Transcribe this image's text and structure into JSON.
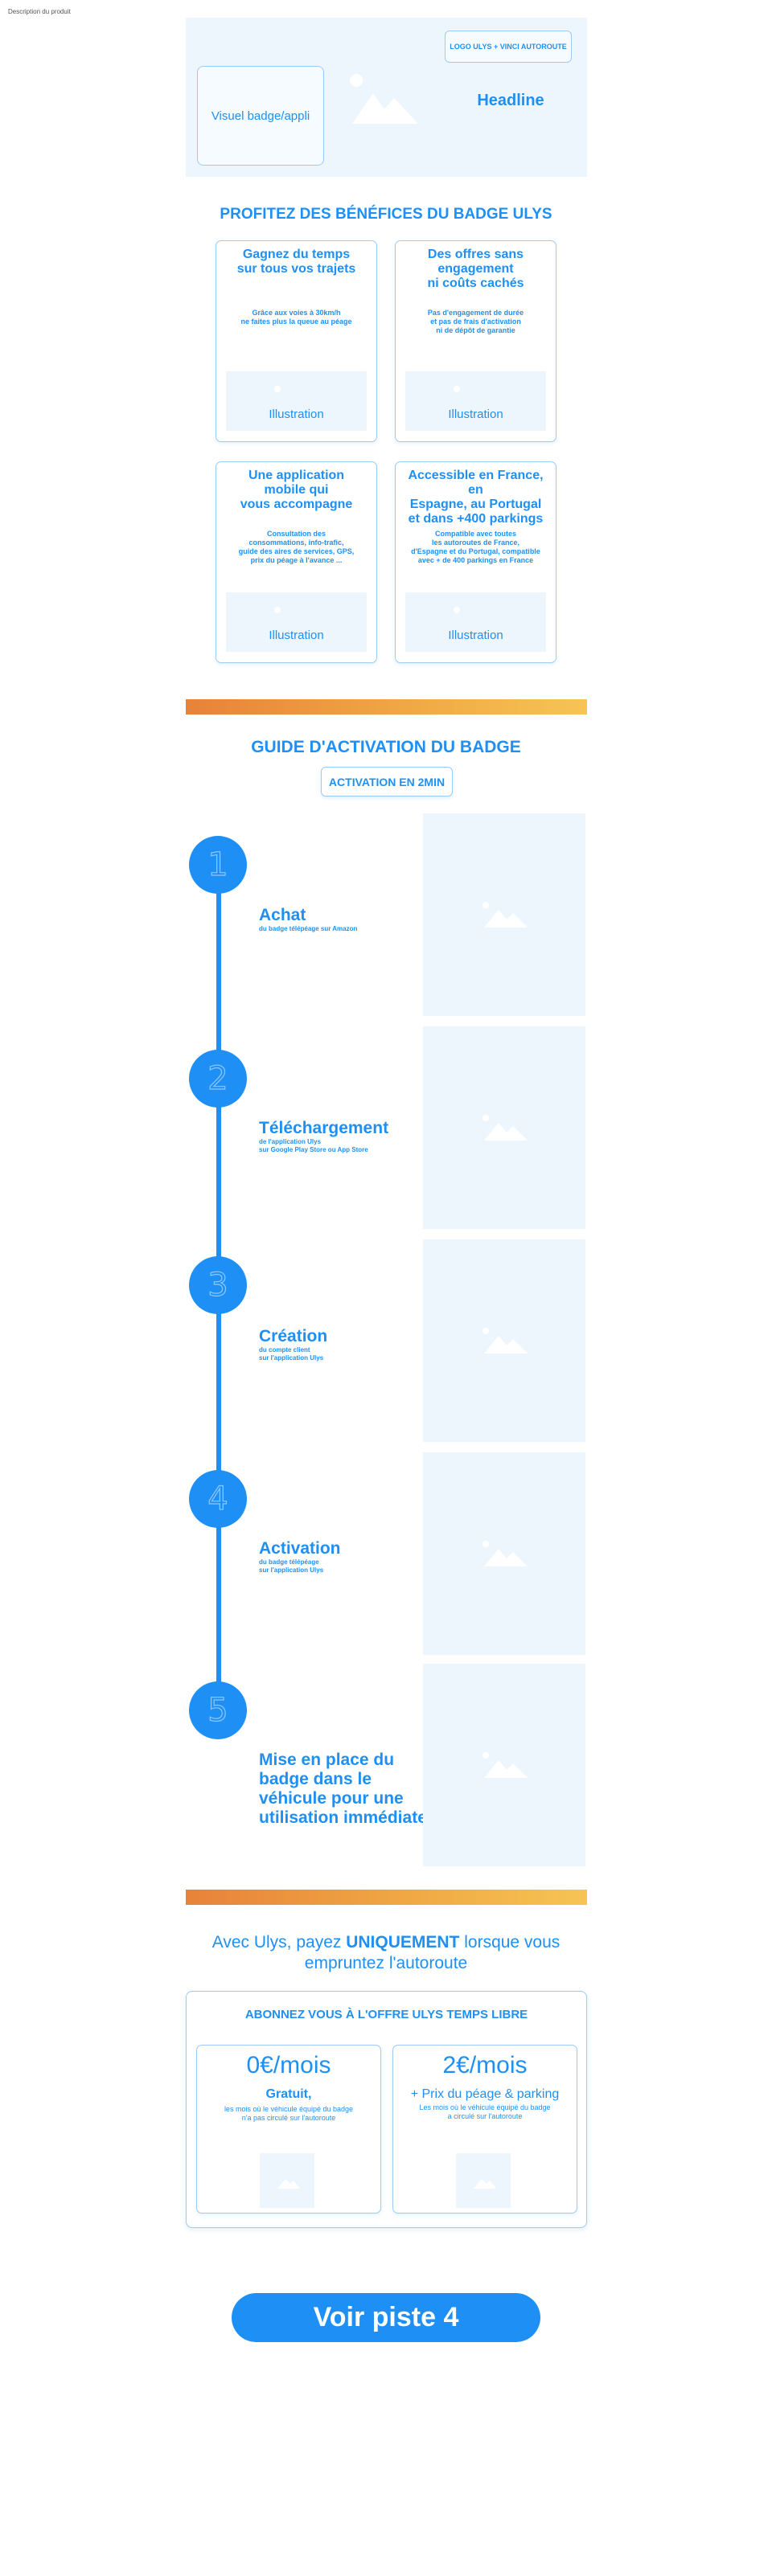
{
  "page_label": "Description du produit",
  "hero": {
    "logo_label": "LOGO ULYS + VINCI AUTOROUTE",
    "badge_visual_label": "Visuel badge/appli",
    "headline": "Headline"
  },
  "benefits": {
    "title": "PROFITEZ DES BÉNÉFICES DU BADGE ULYS",
    "illustration_label": "Illustration",
    "cards": [
      {
        "title": "Gagnez du temps\nsur tous vos trajets",
        "desc": "Grâce aux voies à 30km/h\nne faites plus la queue au péage"
      },
      {
        "title": "Des offres sans\nengagement\nni coûts cachés",
        "desc": "Pas d'engagement de durée\net pas de frais d'activation\nni de dépôt de garantie"
      },
      {
        "title": "Une application\nmobile qui\nvous accompagne",
        "desc": "Consultation des\nconsommations, info-trafic,\nguide des aires de services, GPS,\nprix du péage à l'avance ..."
      },
      {
        "title": "Accessible en France, en\nEspagne, au Portugal\net dans +400 parkings",
        "desc": "Compatible avec toutes\nles autoroutes de France,\nd'Espagne et du Portugal, compatible\navec + de 400 parkings en France"
      }
    ]
  },
  "guide": {
    "title": "GUIDE D'ACTIVATION DU BADGE",
    "badge": "ACTIVATION EN 2MIN",
    "steps": [
      {
        "number": "1",
        "title": "Achat",
        "sub": "du badge télépéage sur Amazon"
      },
      {
        "number": "2",
        "title": "Téléchargement",
        "sub": "de l'application Ulys\nsur Google Play Store ou App Store"
      },
      {
        "number": "3",
        "title": "Création",
        "sub": "du compte client\nsur l'application Ulys"
      },
      {
        "number": "4",
        "title": "Activation",
        "sub": "du badge télépéage\nsur l'application Ulys"
      },
      {
        "number": "5",
        "title": "Mise en place du\nbadge dans le\nvéhicule pour une\nutilisation immédiate",
        "sub": ""
      }
    ]
  },
  "pay": {
    "prefix": "Avec Ulys, payez ",
    "emphasis": "UNIQUEMENT",
    "suffix": " lorsque vous",
    "line2": "empruntez l'autoroute"
  },
  "offer": {
    "title": "ABONNEZ VOUS À L'OFFRE ULYS TEMPS LIBRE",
    "cards": [
      {
        "price": "0€/mois",
        "sub": "Gratuit,",
        "desc": "les mois où le véhicule équipé du badge\nn'a pas circulé sur l'autoroute"
      },
      {
        "price": "2€/mois",
        "sub": "+ Prix du péage & parking",
        "desc": "Les mois où le véhicule équipé du badge\na circulé sur l'autoroute"
      }
    ]
  },
  "cta_label": "Voir piste 4",
  "colors": {
    "accent": "#1e90f5",
    "light_panel": "#eef6fd",
    "border": "#9ccbf5",
    "gradient_start": "#e8823a",
    "gradient_end": "#f6c454"
  }
}
